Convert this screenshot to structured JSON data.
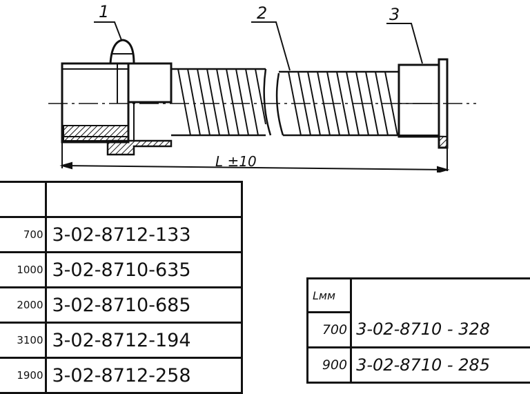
{
  "drawing": {
    "callouts": [
      "1",
      "2",
      "3"
    ],
    "dimension_label": "L ±10"
  },
  "table_left": {
    "rows": [
      {
        "length": "700",
        "code": "3-02-8712-133"
      },
      {
        "length": "1000",
        "code": "3-02-8710-635"
      },
      {
        "length": "2000",
        "code": "3-02-8710-685"
      },
      {
        "length": "3100",
        "code": "3-02-8712-194"
      },
      {
        "length": "1900",
        "code": "3-02-8712-258"
      }
    ]
  },
  "table_right": {
    "header_length": "Lмм",
    "rows": [
      {
        "length": "700",
        "code": "3-02-8710 - 328"
      },
      {
        "length": "900",
        "code": "3-02-8710 - 285"
      }
    ]
  }
}
